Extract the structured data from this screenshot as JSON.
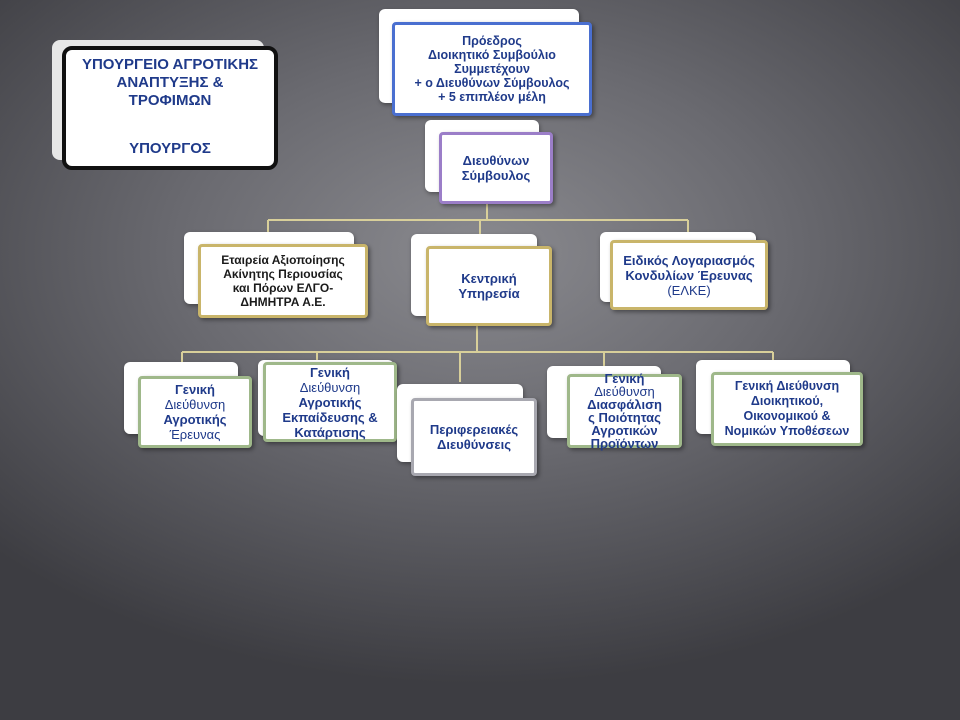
{
  "ministry": {
    "title_line1": "ΥΠΟΥΡΓΕΙΟ ΑΓΡΟΤΙΚΗΣ",
    "title_line2": "ΑΝΑΠΤΥΞΗΣ  &",
    "title_line3": "ΤΡΟΦΙΜΩΝ",
    "minister": "ΥΠΟΥΡΓΟΣ"
  },
  "board": {
    "line1": "Πρόεδρος",
    "line2": "Διοικητικό Συμβούλιο",
    "line3": "Συμμετέχουν",
    "line4": "+ ο Διευθύνων Σύμβουλος",
    "line5": "+ 5 επιπλέον μέλη"
  },
  "ceo": {
    "line1": "Διευθύνων",
    "line2": "Σύμβουλος"
  },
  "level2": {
    "elgo": {
      "line1": "Εταιρεία Αξιοποίησης",
      "line2": "Ακίνητης Περιουσίας",
      "line3": "και Πόρων ΕΛΓΟ-",
      "line4": "ΔΗΜΗΤΡΑ Α.Ε."
    },
    "central": {
      "line1": "Κεντρική",
      "line2": "Υπηρεσία"
    },
    "elke": {
      "line1": "Ειδικός Λογαριασμός",
      "line2": "Κονδυλίων Έρευνας",
      "line3": "(ΕΛΚΕ)"
    }
  },
  "level3": {
    "research": {
      "line1": "Γενική",
      "line2": "Διεύθυνση",
      "line3": "Αγροτικής",
      "line4": "Έρευνας"
    },
    "education": {
      "line1": "Γενική",
      "line2": "Διεύθυνση",
      "line3": "Αγροτικής",
      "line4": "Εκπαίδευσης &",
      "line5": "Κατάρτισης"
    },
    "regional": {
      "line1": "Περιφερειακές",
      "line2": "Διευθύνσεις"
    },
    "quality": {
      "line1": "Γενική",
      "line2": "Διεύθυνση",
      "line3": "Διασφάλιση",
      "line4": "ς Ποιότητας",
      "line5": "Αγροτικών",
      "line6": "Προϊόντων"
    },
    "admin": {
      "line1": "Γενική Διεύθυνση",
      "line2": "Διοικητικού,",
      "line3": "Οικονομικού &",
      "line4": "Νομικών Υποθέσεων"
    }
  },
  "colors": {
    "board_border": "#4a6fd0",
    "ceo_border": "#9b7ec8",
    "gold_border": "#c9b56a",
    "green_border": "#9fb88a",
    "gray_border": "#a8a8b0",
    "connector": "#d8cf9a"
  }
}
